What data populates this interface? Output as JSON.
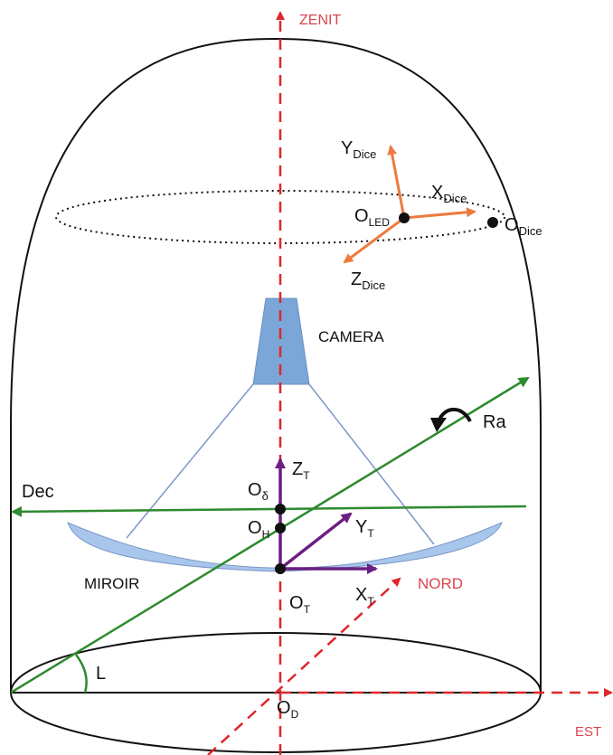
{
  "axes_labels": {
    "zenit": "ZENIT",
    "nord": "NORD",
    "est": "EST"
  },
  "components": {
    "camera": "CAMERA",
    "miroir": "MIROIR"
  },
  "rotation_axes": {
    "dec": "Dec",
    "ra": "Ra",
    "latitude_angle": "L"
  },
  "frames": {
    "dice": {
      "origin": "O",
      "origin_sub": "Dice",
      "x": "X",
      "y": "Y",
      "z": "Z",
      "sub": "Dice"
    },
    "led": {
      "origin": "O",
      "origin_sub": "LED"
    },
    "telescope": {
      "origin": "O",
      "origin_sub": "T",
      "x": "X",
      "y": "Y",
      "z": "Z",
      "sub": "T"
    },
    "delta": {
      "origin": "O",
      "origin_sub": "δ"
    },
    "hour": {
      "origin": "O",
      "origin_sub": "H"
    },
    "dome": {
      "origin": "O",
      "origin_sub": "D"
    }
  },
  "colors": {
    "red_axis": "#e0262b",
    "green_axis": "#2e8a2e",
    "purple_frame": "#6a1f82",
    "orange_frame": "#ee7a40",
    "mirror_fill": "#a8c6ec",
    "camera_fill": "#7aa6d8"
  }
}
